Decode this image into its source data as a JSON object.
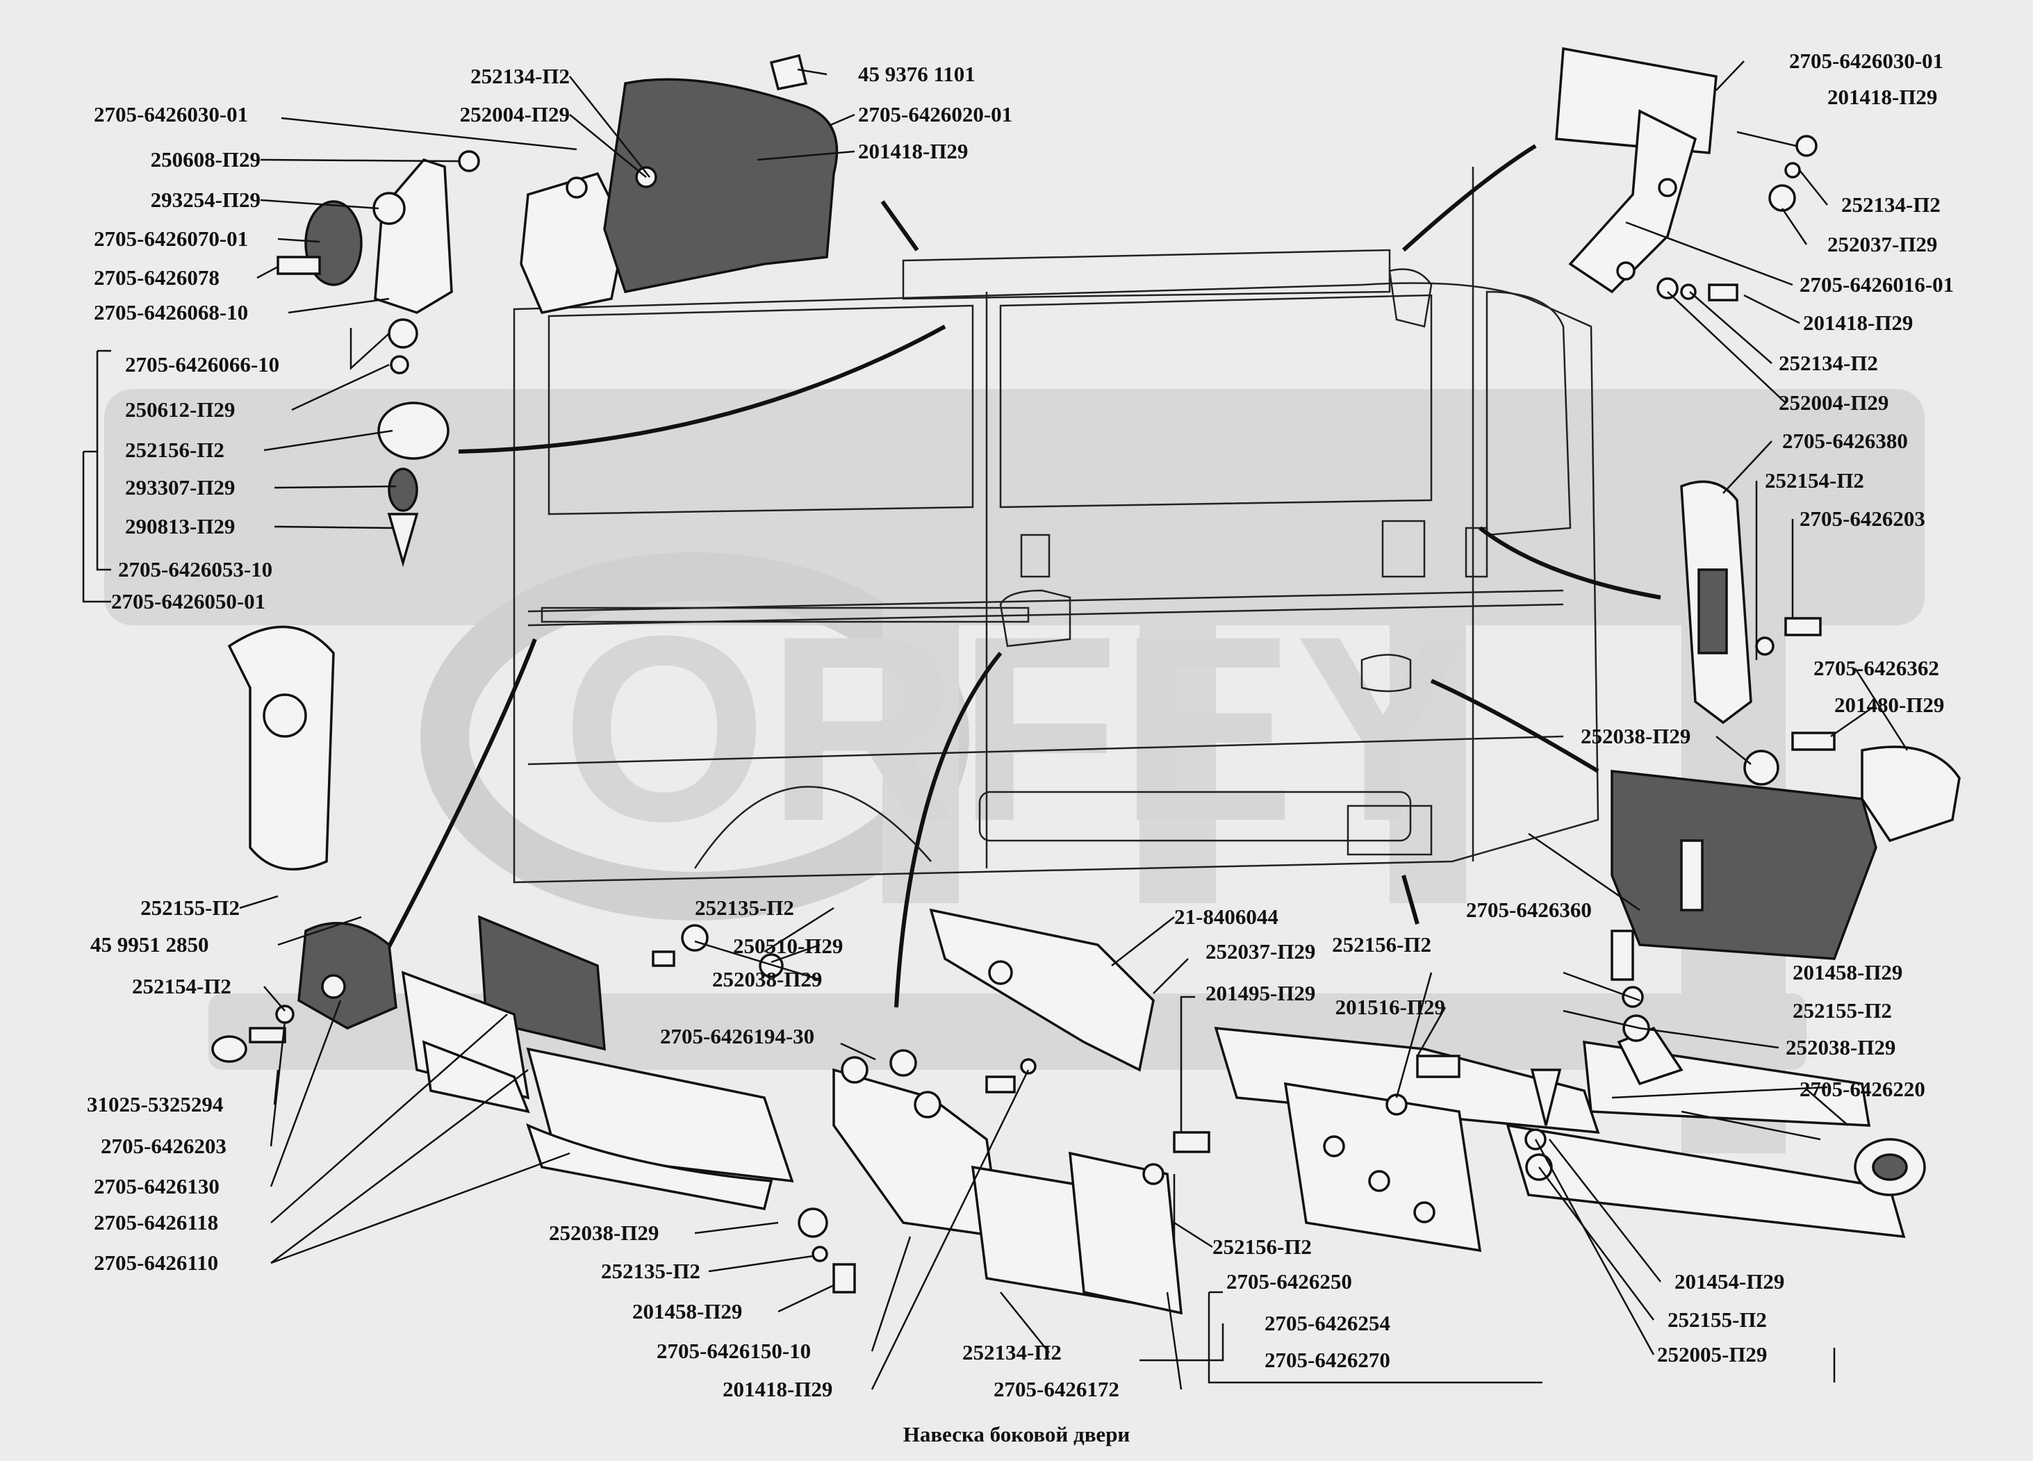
{
  "caption": "Навеска боковой двери",
  "watermark": "ORFEY",
  "labels": [
    "252134-П2",
    "45  9376  1101",
    "252004-П29",
    "2705-6426020-01",
    "2705-6426030-01",
    "201418-П29",
    "250608-П29",
    "293254-П29",
    "2705-6426070-01",
    "2705-6426078",
    "2705-6426068-10",
    "2705-6426066-10",
    "250612-П29",
    "252156-П2",
    "293307-П29",
    "290813-П29",
    "2705-6426053-10",
    "2705-6426050-01",
    "2705-6426030-01",
    "201418-П29",
    "252134-П2",
    "252037-П29",
    "2705-6426016-01",
    "201418-П29",
    "252134-П2",
    "252004-П29",
    "2705-6426380",
    "252154-П2",
    "2705-6426203",
    "2705-6426362",
    "201480-П29",
    "252038-П29",
    "2705-6426360",
    "252155-П2",
    "45  9951  2850",
    "252135-П2",
    "250510-П29",
    "252154-П2",
    "252038-П29",
    "21-8406044",
    "252037-П29",
    "201495-П29",
    "31025-5325294",
    "2705-6426194-30",
    "2705-6426203",
    "2705-6426130",
    "2705-6426118",
    "2705-6426110",
    "252038-П29",
    "252135-П2",
    "201458-П29",
    "2705-6426150-10",
    "201418-П29",
    "252134-П2",
    "2705-6426172",
    "252156-П2",
    "201516-П29",
    "201458-П29",
    "252155-П2",
    "252038-П29",
    "2705-6426220",
    "252156-П2",
    "2705-6426250",
    "2705-6426254",
    "2705-6426270",
    "201454-П29",
    "252155-П2",
    "252005-П29"
  ]
}
